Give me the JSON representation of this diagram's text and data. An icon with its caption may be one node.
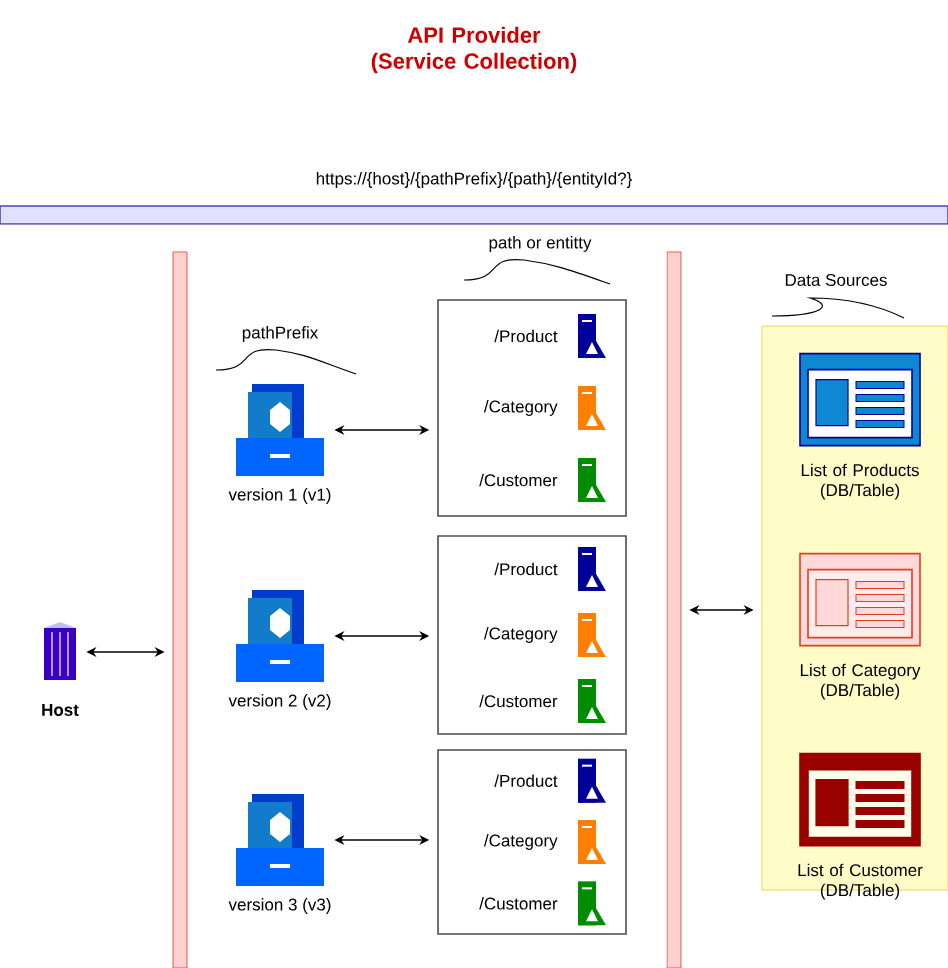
{
  "diagram": {
    "title": "API Provider (Service Collection)",
    "nodes": [
      {
        "text": [
          "Host"
        ]
      },
      {
        "text": [],
        "shape": "bar"
      },
      {
        "text": [
          "version 1 (v1)"
        ]
      },
      {
        "text": [
          "/Product",
          "/Category",
          "/Customer"
        ]
      },
      {
        "text": [
          "version 2 (v2)"
        ]
      },
      {
        "text": [
          "/Product",
          "/Category",
          "/Customer"
        ]
      },
      {
        "text": [
          "version 3 (v3)"
        ]
      },
      {
        "text": [
          "/Product",
          "/Category",
          "/Customer"
        ]
      },
      {
        "text": [],
        "shape": "bar"
      },
      {
        "text": [
          "Data Sources"
        ]
      },
      {
        "text": [
          "List of Products (DB/Table)"
        ],
        "in": 9
      },
      {
        "text": [
          "List of Category (DB/Table)"
        ],
        "in": 9
      },
      {
        "text": [
          "List of Customer (DB/Table)"
        ],
        "in": 9
      }
    ],
    "edges": [
      {
        "from": 0,
        "to": 1,
        "arrow": "both"
      },
      {
        "from": 2,
        "to": 3,
        "arrow": "both"
      },
      {
        "from": 4,
        "to": 5,
        "arrow": "both"
      },
      {
        "from": 6,
        "to": 7,
        "arrow": "both"
      },
      {
        "from": 8,
        "to": 9,
        "arrow": "both"
      }
    ],
    "labels": [
      "https://{host}/{pathPrefix}/{path}/{entityId?}",
      "path or entitty",
      "pathPrefix"
    ]
  }
}
